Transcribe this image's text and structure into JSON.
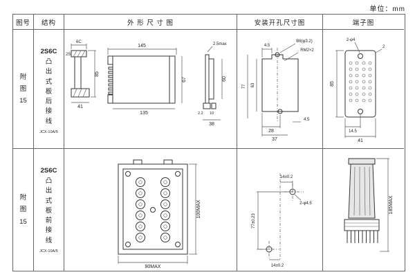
{
  "unit_label": "单位：mm",
  "headers": {
    "fig_no": "图号",
    "structure": "结构",
    "outline": "外 形 尺 寸 图",
    "mounting": "安装开孔尺寸图",
    "terminal": "端子图"
  },
  "row1": {
    "fig_no": "附\n图\n15",
    "structure_title": "2S6C",
    "structure_desc": "凸\n出\n式\n板\n后\n接\n线",
    "model": "JCX-10A/5",
    "outline": {
      "w_6c": "6C",
      "h_2s": "2S",
      "h_85": "85",
      "w_41": "41",
      "w_145": "145",
      "w_135": "135",
      "h_67": "67",
      "t_25": "2.5max",
      "h_60": "60",
      "t_22": "2.2",
      "t_10": "10",
      "w_38": "38"
    },
    "mounting": {
      "t_45": "4.5",
      "hole_top": "B6(φ3.2)",
      "thread": "RM2×2",
      "h_77": "77",
      "h_63": "63",
      "w_28": "28",
      "w_37": "37",
      "b_45": "4.5"
    },
    "terminal": {
      "holes": "2-φ4",
      "edge_2": "2",
      "h_85": "85",
      "w_145": "14.5",
      "w_41": "41"
    }
  },
  "row2": {
    "fig_no": "附\n图\n15",
    "structure_title": "2S6C",
    "structure_desc": "凸\n出\n式\n板\n前\n接\n线",
    "model": "JCX-10A/5",
    "outline": {
      "h_100": "100MAX",
      "w_90": "90MAX"
    },
    "mounting": {
      "t_14": "14±0.2",
      "holes": "2-φ4.5",
      "h_77": "77±0.23",
      "b_14": "14±0.2"
    },
    "terminal": {
      "h_185": "185MAX"
    }
  }
}
